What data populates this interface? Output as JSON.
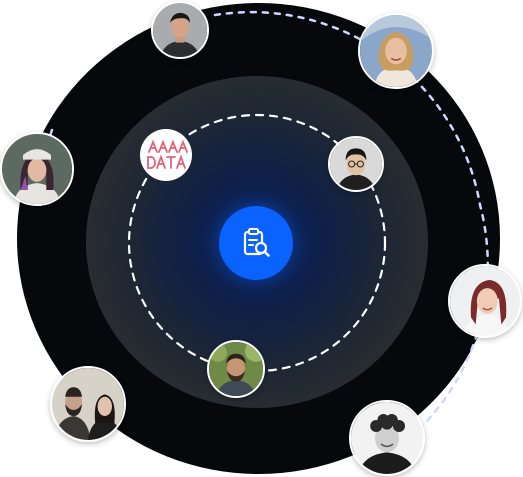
{
  "colors": {
    "outer_ring": "#07080b",
    "inner_ring": "#323232",
    "center_glow": "#0b2a6e",
    "accent": "#0a62ff",
    "dashes": "#cfd8ff",
    "logo": "#e0647a"
  },
  "center_button": {
    "icon": "clipboard-search-icon"
  },
  "brand_logo": {
    "icon": "brand-logo",
    "text": "AAAA DATA"
  },
  "avatars": [
    {
      "name": "avatar-man-short-hair",
      "icon": "person-photo"
    },
    {
      "name": "avatar-woman-blonde",
      "icon": "person-photo"
    },
    {
      "name": "avatar-woman-purple-hair",
      "icon": "person-photo"
    },
    {
      "name": "avatar-man-glasses",
      "icon": "person-photo"
    },
    {
      "name": "avatar-woman-red-hair",
      "icon": "person-photo"
    },
    {
      "name": "avatar-man-beard",
      "icon": "person-photo"
    },
    {
      "name": "avatar-couple",
      "icon": "person-photo"
    },
    {
      "name": "avatar-man-curly-hair",
      "icon": "person-photo"
    }
  ]
}
